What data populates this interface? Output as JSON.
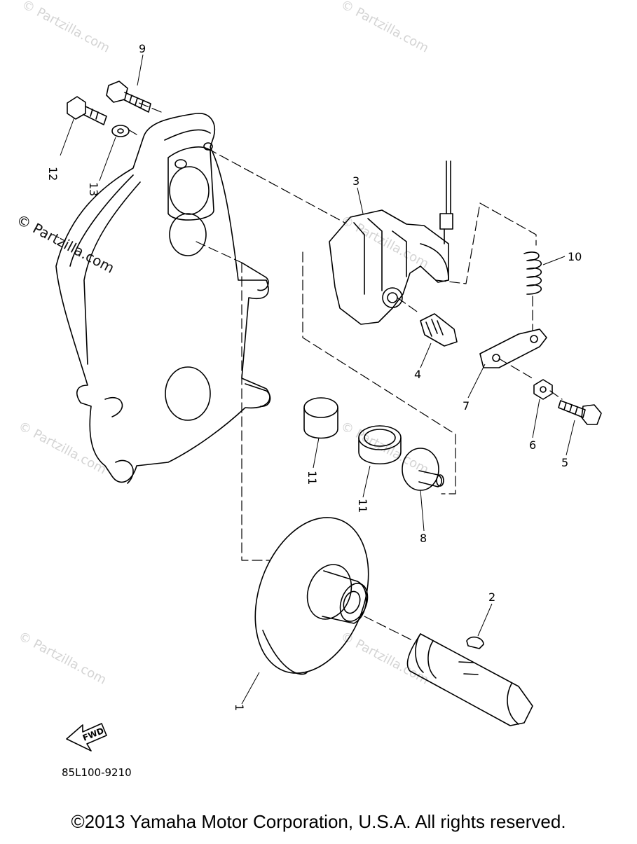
{
  "callouts": [
    {
      "id": "1",
      "label": "1"
    },
    {
      "id": "2",
      "label": "2"
    },
    {
      "id": "3",
      "label": "3"
    },
    {
      "id": "4",
      "label": "4"
    },
    {
      "id": "5",
      "label": "5"
    },
    {
      "id": "6",
      "label": "6"
    },
    {
      "id": "7",
      "label": "7"
    },
    {
      "id": "8",
      "label": "8"
    },
    {
      "id": "9",
      "label": "9"
    },
    {
      "id": "10",
      "label": "10"
    },
    {
      "id": "11a",
      "label": "11"
    },
    {
      "id": "11b",
      "label": "11"
    },
    {
      "id": "12",
      "label": "12"
    },
    {
      "id": "13",
      "label": "13"
    }
  ],
  "watermark_text": "© Partzilla.com",
  "fwd_label": "FWD",
  "diagram_code": "85L100-9210",
  "copyright": "©2013  Yamaha Motor Corporation, U.S.A. All rights reserved."
}
